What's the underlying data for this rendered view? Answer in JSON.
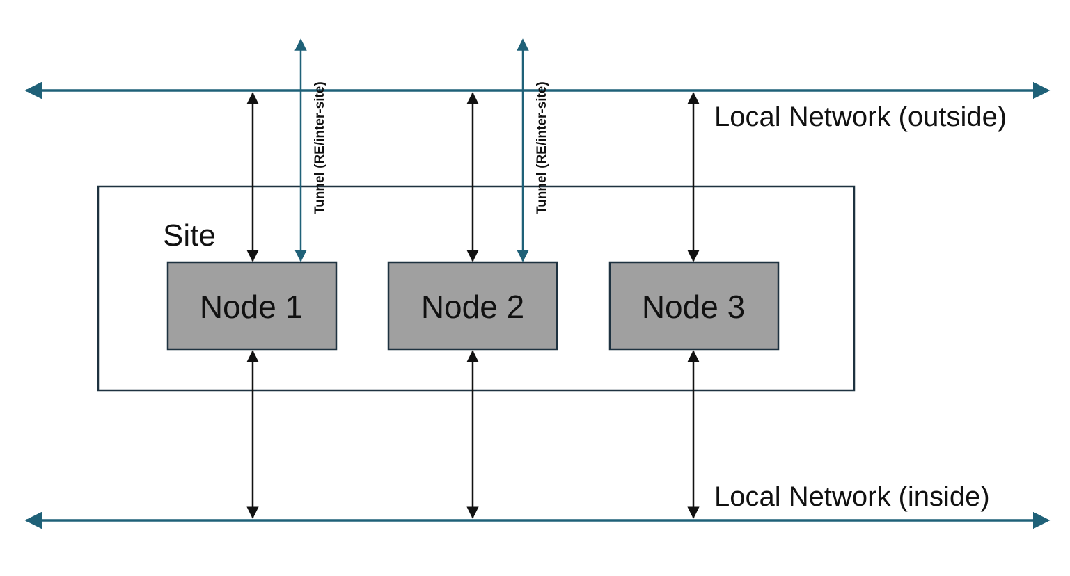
{
  "colors": {
    "network_line": "#1f6178",
    "link_line": "#111111",
    "node_fill": "#a0a0a0",
    "node_border": "#1e3240",
    "site_border": "#1e3240"
  },
  "site": {
    "label": "Site"
  },
  "nodes": [
    {
      "label": "Node 1"
    },
    {
      "label": "Node 2"
    },
    {
      "label": "Node 3"
    }
  ],
  "networks": {
    "outside": {
      "label": "Local Network (outside)"
    },
    "inside": {
      "label": "Local Network (inside)"
    }
  },
  "tunnels": [
    {
      "label": "Tunnel (RE/inter-site)"
    },
    {
      "label": "Tunnel (RE/inter-site)"
    }
  ]
}
